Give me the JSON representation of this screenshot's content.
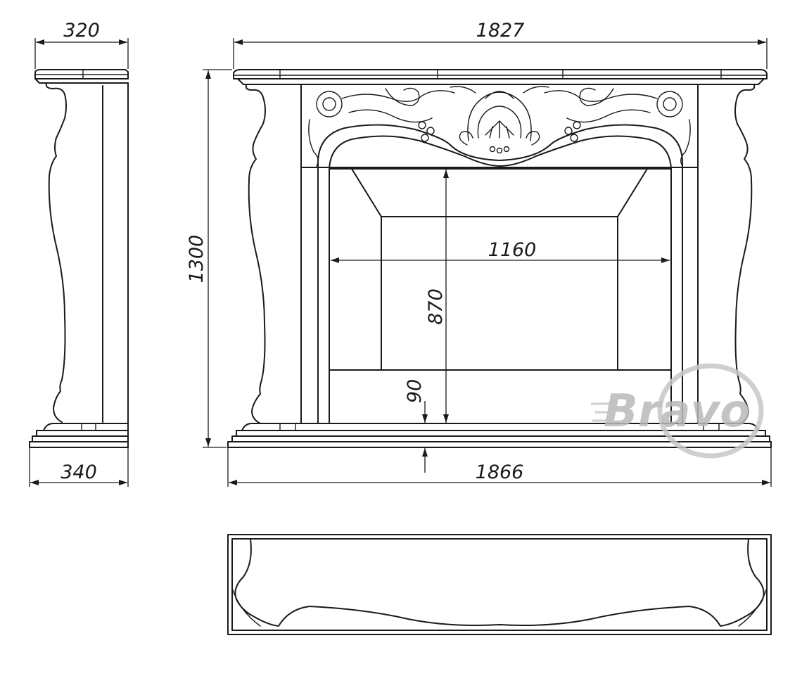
{
  "dimensions": {
    "side_top_depth": "320",
    "front_top_width": "1827",
    "overall_height": "1300",
    "opening_width": "1160",
    "opening_height": "870",
    "hearth_height": "90",
    "side_base_depth": "340",
    "front_base_width": "1866"
  },
  "brand": {
    "logo_text": "Bravo",
    "logo_color": "#b9b9b9"
  }
}
